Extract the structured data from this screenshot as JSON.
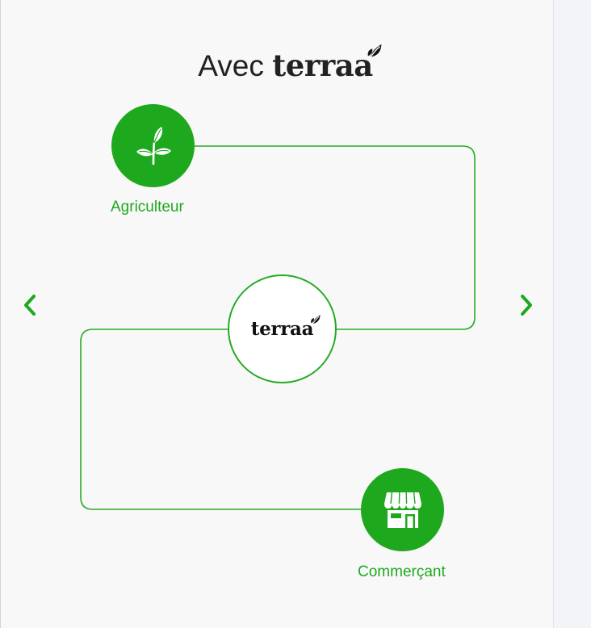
{
  "title": {
    "prefix": "Avec",
    "brand": "terraa"
  },
  "flow": {
    "center_logo": "terraa",
    "nodes": [
      {
        "label": "Agriculteur",
        "icon": "sprout-icon"
      },
      {
        "label": "Commerçant",
        "icon": "storefront-icon"
      }
    ]
  },
  "carousel": {
    "prev_icon": "chevron-left-icon",
    "next_icon": "chevron-right-icon"
  },
  "colors": {
    "accent": "#1ea81e",
    "background": "#f8f8f8",
    "text": "#222222"
  }
}
